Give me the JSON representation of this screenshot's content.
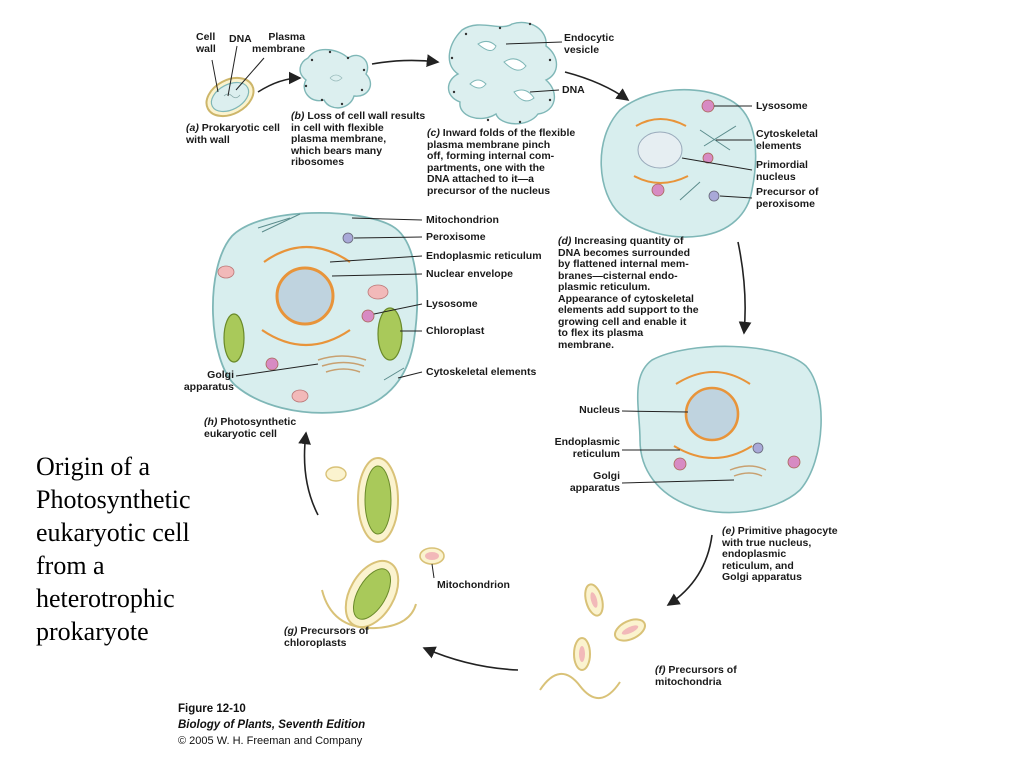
{
  "title": "Origin of a\nPhotosynthetic\neukaryotic cell\nfrom a\nheterotrophic\nprokaryote",
  "figure": {
    "number": "Figure 12-10",
    "book": "Biology of Plants, Seventh Edition",
    "copyright": "© 2005 W. H. Freeman and Company"
  },
  "labels": {
    "cell_wall": "Cell\nwall",
    "dna_a": "DNA",
    "plasma_membrane": "Plasma\nmembrane",
    "endocytic_vesicle": "Endocytic\nvesicle",
    "dna_c": "DNA",
    "lysosome_d": "Lysosome",
    "cytoskeletal_d": "Cytoskeletal\nelements",
    "primordial_nucleus": "Primordial\nnucleus",
    "precursor_peroxisome": "Precursor of\nperoxisome",
    "mitochondrion_h": "Mitochondrion",
    "peroxisome_h": "Peroxisome",
    "er_h": "Endoplasmic reticulum",
    "nuclear_envelope": "Nuclear envelope",
    "lysosome_h": "Lysosome",
    "chloroplast_h": "Chloroplast",
    "golgi_h": "Golgi\napparatus",
    "cytoskeletal_h": "Cytoskeletal elements",
    "nucleus_e": "Nucleus",
    "er_e": "Endoplasmic\nreticulum",
    "golgi_e": "Golgi\napparatus",
    "mitochondrion_g": "Mitochondrion"
  },
  "captions": {
    "a": {
      "tag": "(a)",
      "text": "Prokaryotic cell\nwith wall"
    },
    "b": {
      "tag": "(b)",
      "text": "Loss of cell wall results\nin cell with flexible\nplasma membrane,\nwhich bears many\nribosomes"
    },
    "c": {
      "tag": "(c)",
      "text": "Inward folds of the flexible\nplasma membrane pinch\noff, forming internal com-\npartments, one with the\nDNA attached to it—a\nprecursor of the nucleus"
    },
    "d": {
      "tag": "(d)",
      "text": "Increasing quantity of\nDNA becomes surrounded\nby flattened internal mem-\nbranes—cisternal endo-\nplasmic reticulum.\nAppearance of cytoskeletal\nelements add support to the\ngrowing cell and enable it\nto flex its plasma\nmembrane."
    },
    "e": {
      "tag": "(e)",
      "text": "Primitive phagocyte\nwith true nucleus,\nendoplasmic\nreticulum, and\nGolgi apparatus"
    },
    "f": {
      "tag": "(f)",
      "text": "Precursors of\nmitochondria"
    },
    "g": {
      "tag": "(g)",
      "text": "Precursors of\nchloroplasts"
    },
    "h": {
      "tag": "(h)",
      "text": "Photosynthetic\neukaryotic cell"
    }
  },
  "colors": {
    "cytoplasm": "#d8eeee",
    "membrane": "#7fb7b7",
    "nucleus": "#c8d6e0",
    "er": "#e8943a",
    "chloroplast": "#a9c95a",
    "mitochondrion": "#f2b9b9",
    "lysosome": "#d78bc3",
    "peroxisome": "#a9a9d8",
    "engulf": "#f3e39a",
    "leader": "#222222"
  }
}
